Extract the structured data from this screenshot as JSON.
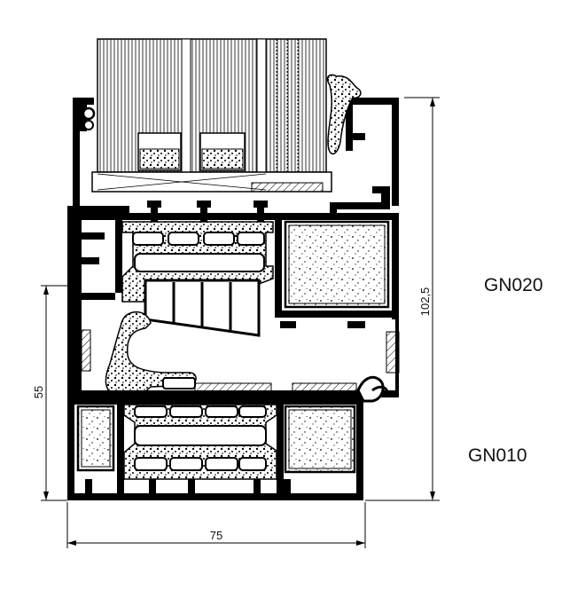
{
  "labels": {
    "upper_profile": "GN020",
    "lower_profile": "GN010"
  },
  "dimensions": {
    "total_height": "102,5",
    "lower_height": "55",
    "width": "75"
  },
  "colors": {
    "profile": "#000000",
    "background": "#ffffff",
    "insulation_fill": "#ffffff"
  }
}
